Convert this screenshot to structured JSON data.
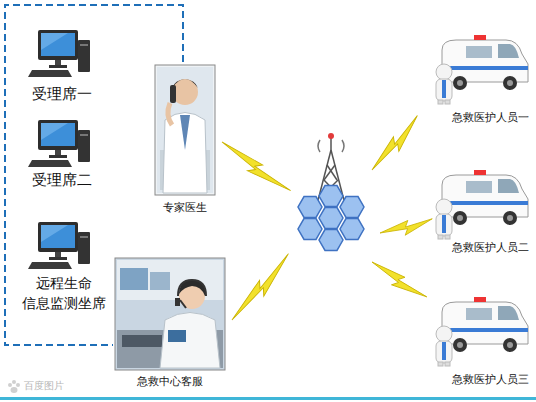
{
  "diagram": {
    "nodes": [
      {
        "text": [
          "受理席一"
        ]
      },
      {
        "text": [
          "受理席二"
        ]
      },
      {
        "text": [
          "远程生命 信息监测坐席"
        ]
      },
      {
        "text": [
          "专家医生"
        ]
      },
      {
        "text": [
          "急救中心客服"
        ]
      },
      {
        "text": [
          "急救医护人员一"
        ]
      },
      {
        "text": [
          "急救医护人员二"
        ]
      },
      {
        "text": [
          "急救医护人员三"
        ]
      }
    ],
    "labels": [
      "百度图片"
    ]
  }
}
